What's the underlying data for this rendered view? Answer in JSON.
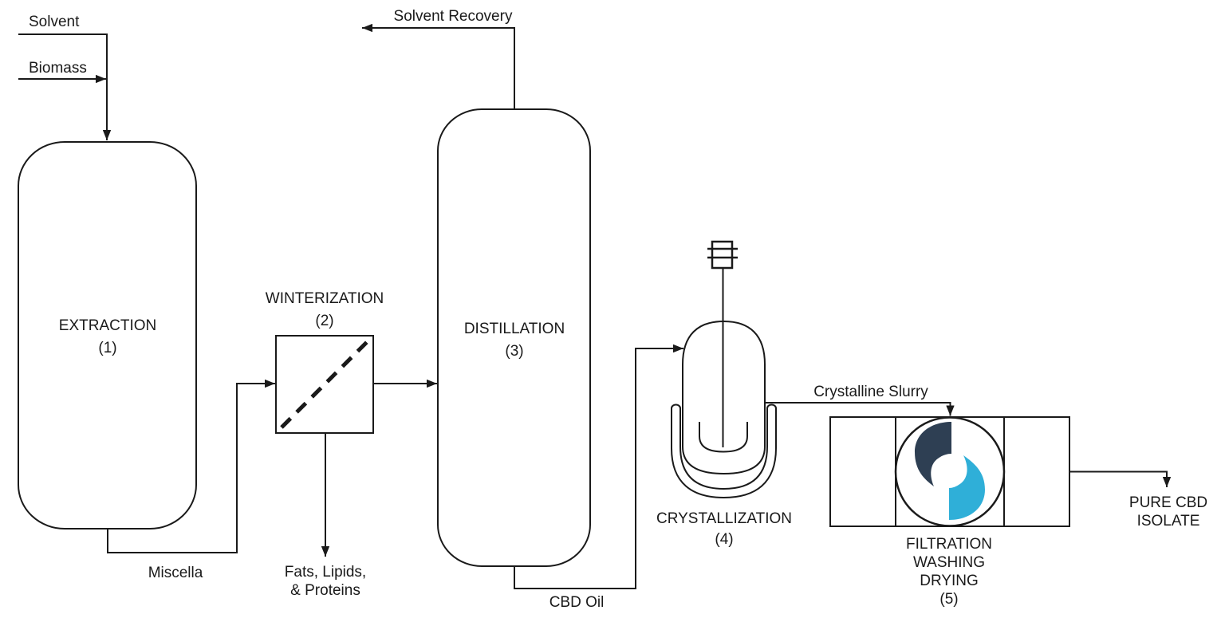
{
  "colors": {
    "line": "#1a1a1a",
    "logo_navy": "#2e3f53",
    "logo_blue": "#2fafd8",
    "background": "#ffffff"
  },
  "streams": {
    "solvent": "Solvent",
    "biomass": "Biomass",
    "solvent_recovery": "Solvent Recovery",
    "miscella": "Miscella",
    "fats_line1": "Fats, Lipids,",
    "fats_line2": "& Proteins",
    "cbd_oil": "CBD Oil",
    "crystalline_slurry": "Crystalline Slurry",
    "pure_cbd_line1": "PURE CBD",
    "pure_cbd_line2": "ISOLATE"
  },
  "units": {
    "extraction": {
      "name": "EXTRACTION",
      "number": "(1)"
    },
    "winterization": {
      "name": "WINTERIZATION",
      "number": "(2)"
    },
    "distillation": {
      "name": "DISTILLATION",
      "number": "(3)"
    },
    "crystallization": {
      "name": "CRYSTALLIZATION",
      "number": "(4)"
    },
    "filtration": {
      "line1": "FILTRATION",
      "line2": "WASHING",
      "line3": "DRYING",
      "number": "(5)"
    }
  }
}
